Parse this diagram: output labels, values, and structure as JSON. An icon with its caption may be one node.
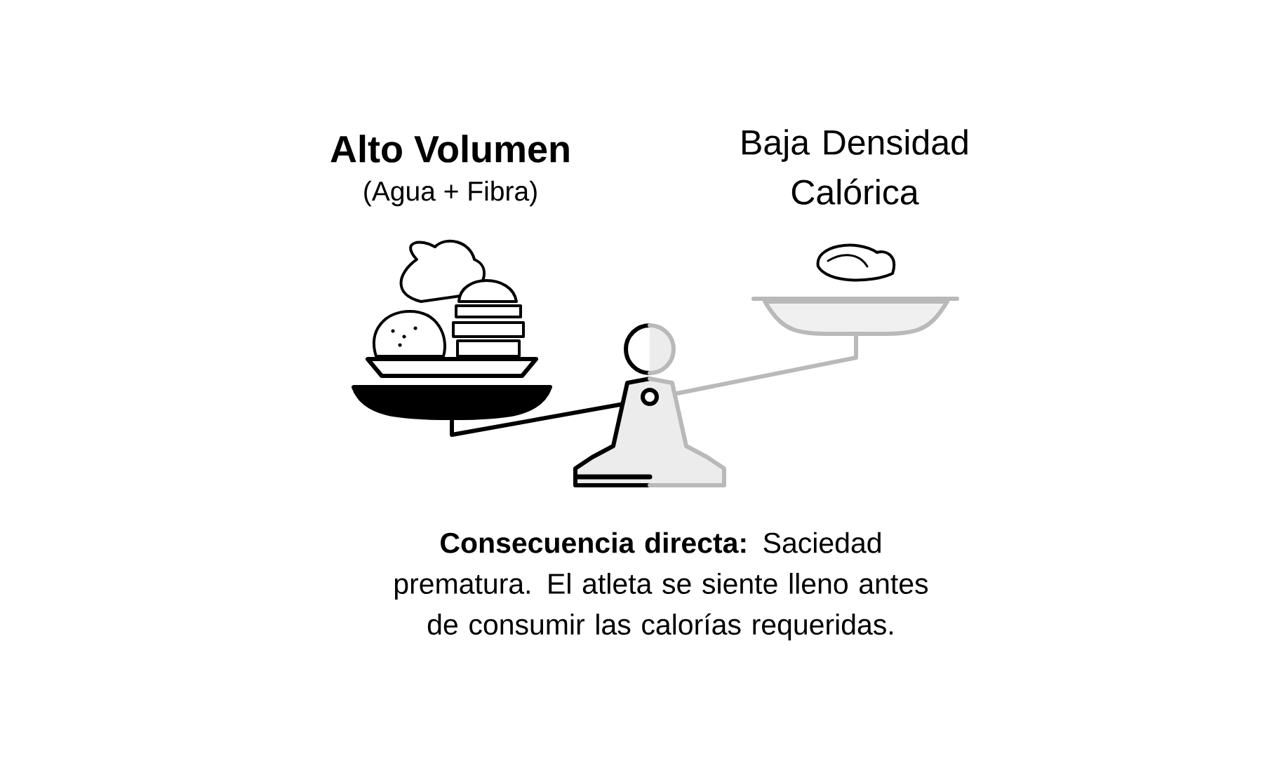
{
  "diagram": {
    "labels": [
      "Alto Volumen",
      "(Agua + Fibra)",
      "Baja Densidad Calórica",
      "**Consecuencia directa:** Saciedad prematura. El atleta se siente lleno antes de consumir las calorías requeridas."
    ]
  }
}
